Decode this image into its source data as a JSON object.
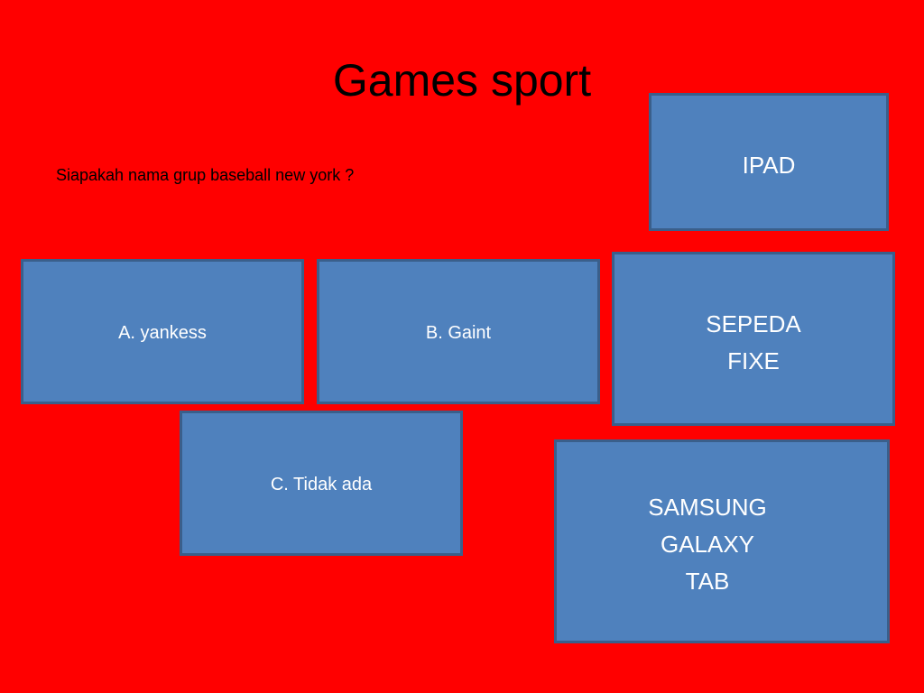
{
  "slide": {
    "title": "Games sport",
    "question": "Siapakah nama grup baseball new york ?",
    "background_color": "#ff0000",
    "box_color": "#4f81bd",
    "box_border_color": "#3a5f8b"
  },
  "answers": {
    "a": "A. yankess",
    "b": "B. Gaint",
    "c": "C. Tidak ada"
  },
  "prizes": {
    "ipad": "IPAD",
    "sepeda": [
      "SEPEDA",
      "FIXE"
    ],
    "samsung": [
      "SAMSUNG",
      "GALAXY",
      "TAB"
    ]
  }
}
